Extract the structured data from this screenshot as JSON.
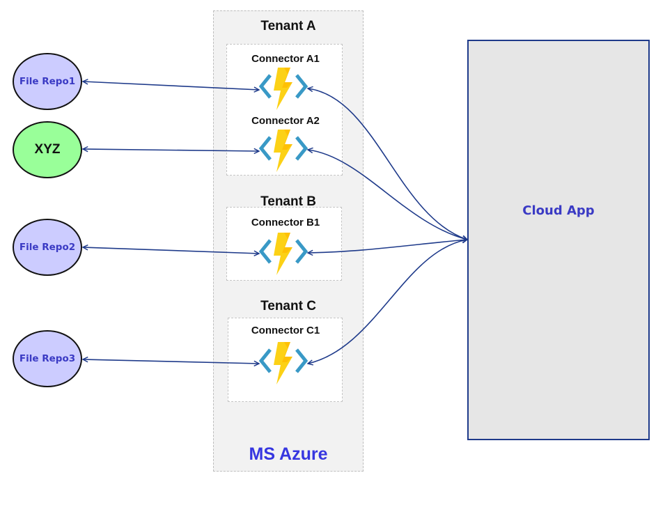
{
  "diagram": {
    "platform": {
      "label": "MS Azure",
      "label_color": "#3636e0"
    },
    "tenants": [
      {
        "id": "A",
        "title": "Tenant A",
        "connectors": [
          {
            "id": "A1",
            "label": "Connector A1"
          },
          {
            "id": "A2",
            "label": "Connector A2"
          }
        ]
      },
      {
        "id": "B",
        "title": "Tenant B",
        "connectors": [
          {
            "id": "B1",
            "label": "Connector B1"
          }
        ]
      },
      {
        "id": "C",
        "title": "Tenant C",
        "connectors": [
          {
            "id": "C1",
            "label": "Connector C1"
          }
        ]
      }
    ],
    "sources": [
      {
        "id": "repo1",
        "label": "File Repo1",
        "fill": "#ccccff",
        "connects_to": "A1"
      },
      {
        "id": "xyz",
        "label": "XYZ",
        "fill": "#99ff99",
        "connects_to": "A2"
      },
      {
        "id": "repo2",
        "label": "File Repo2",
        "fill": "#ccccff",
        "connects_to": "B1"
      },
      {
        "id": "repo3",
        "label": "File Repo3",
        "fill": "#ccccff",
        "connects_to": "C1"
      }
    ],
    "target": {
      "label": "Cloud App",
      "fill": "#e6e6e6",
      "border": "#1e3a8a"
    },
    "edges": [
      {
        "from": "File Repo1",
        "to": "Connector A1",
        "bidirectional": true
      },
      {
        "from": "XYZ",
        "to": "Connector A2",
        "bidirectional": true
      },
      {
        "from": "File Repo2",
        "to": "Connector B1",
        "bidirectional": true
      },
      {
        "from": "File Repo3",
        "to": "Connector C1",
        "bidirectional": true
      },
      {
        "from": "Cloud App",
        "to": "Connector A1",
        "bidirectional": true
      },
      {
        "from": "Cloud App",
        "to": "Connector A2",
        "bidirectional": true
      },
      {
        "from": "Cloud App",
        "to": "Connector B1",
        "bidirectional": true
      },
      {
        "from": "Cloud App",
        "to": "Connector C1",
        "bidirectional": true
      }
    ],
    "edge_color": "#1e3a8a",
    "connector_icon": "azure-function-icon"
  }
}
